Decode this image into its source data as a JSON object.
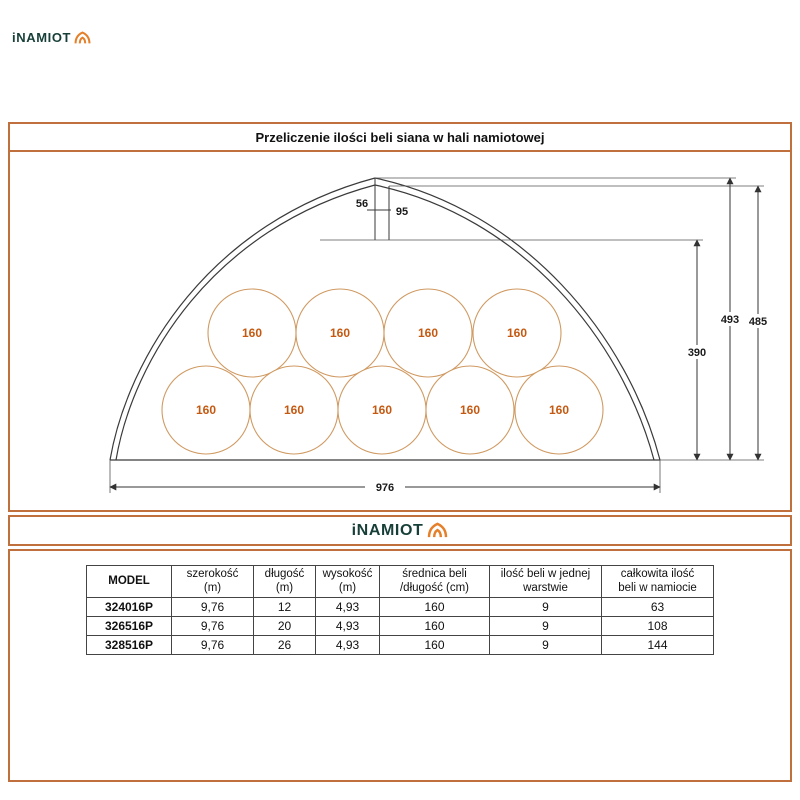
{
  "page": {
    "title": "Przeliczenie ilości beli siana w hali namiotowej"
  },
  "logo": {
    "text": "iNAMIOT",
    "icon": "tent-icon"
  },
  "colors": {
    "accent_border": "#c0703c",
    "logo_text": "#173f38",
    "logo_icon": "#e57f2a",
    "bale_label": "#c45911",
    "bale_circle_stroke": "#d09a62",
    "outline": "#3a3a3a"
  },
  "diagram": {
    "bale_label": "160",
    "dimensions": {
      "ridge_cap": "56",
      "ridge": "95",
      "side_height": "390",
      "total_height": "493",
      "inner_height": "485",
      "width": "976"
    }
  },
  "table": {
    "headers": [
      {
        "line1": "MODEL",
        "line2": ""
      },
      {
        "line1": "szerokość",
        "line2": "(m)"
      },
      {
        "line1": "długość",
        "line2": "(m)"
      },
      {
        "line1": "wysokość",
        "line2": "(m)"
      },
      {
        "line1": "średnica beli",
        "line2": "/długość (cm)"
      },
      {
        "line1": "ilość beli w jednej",
        "line2": "warstwie"
      },
      {
        "line1": "całkowita ilość",
        "line2": "beli w namiocie"
      }
    ],
    "rows": [
      [
        "324016P",
        "9,76",
        "12",
        "4,93",
        "160",
        "9",
        "63"
      ],
      [
        "326516P",
        "9,76",
        "20",
        "4,93",
        "160",
        "9",
        "108"
      ],
      [
        "328516P",
        "9,76",
        "26",
        "4,93",
        "160",
        "9",
        "144"
      ]
    ]
  }
}
